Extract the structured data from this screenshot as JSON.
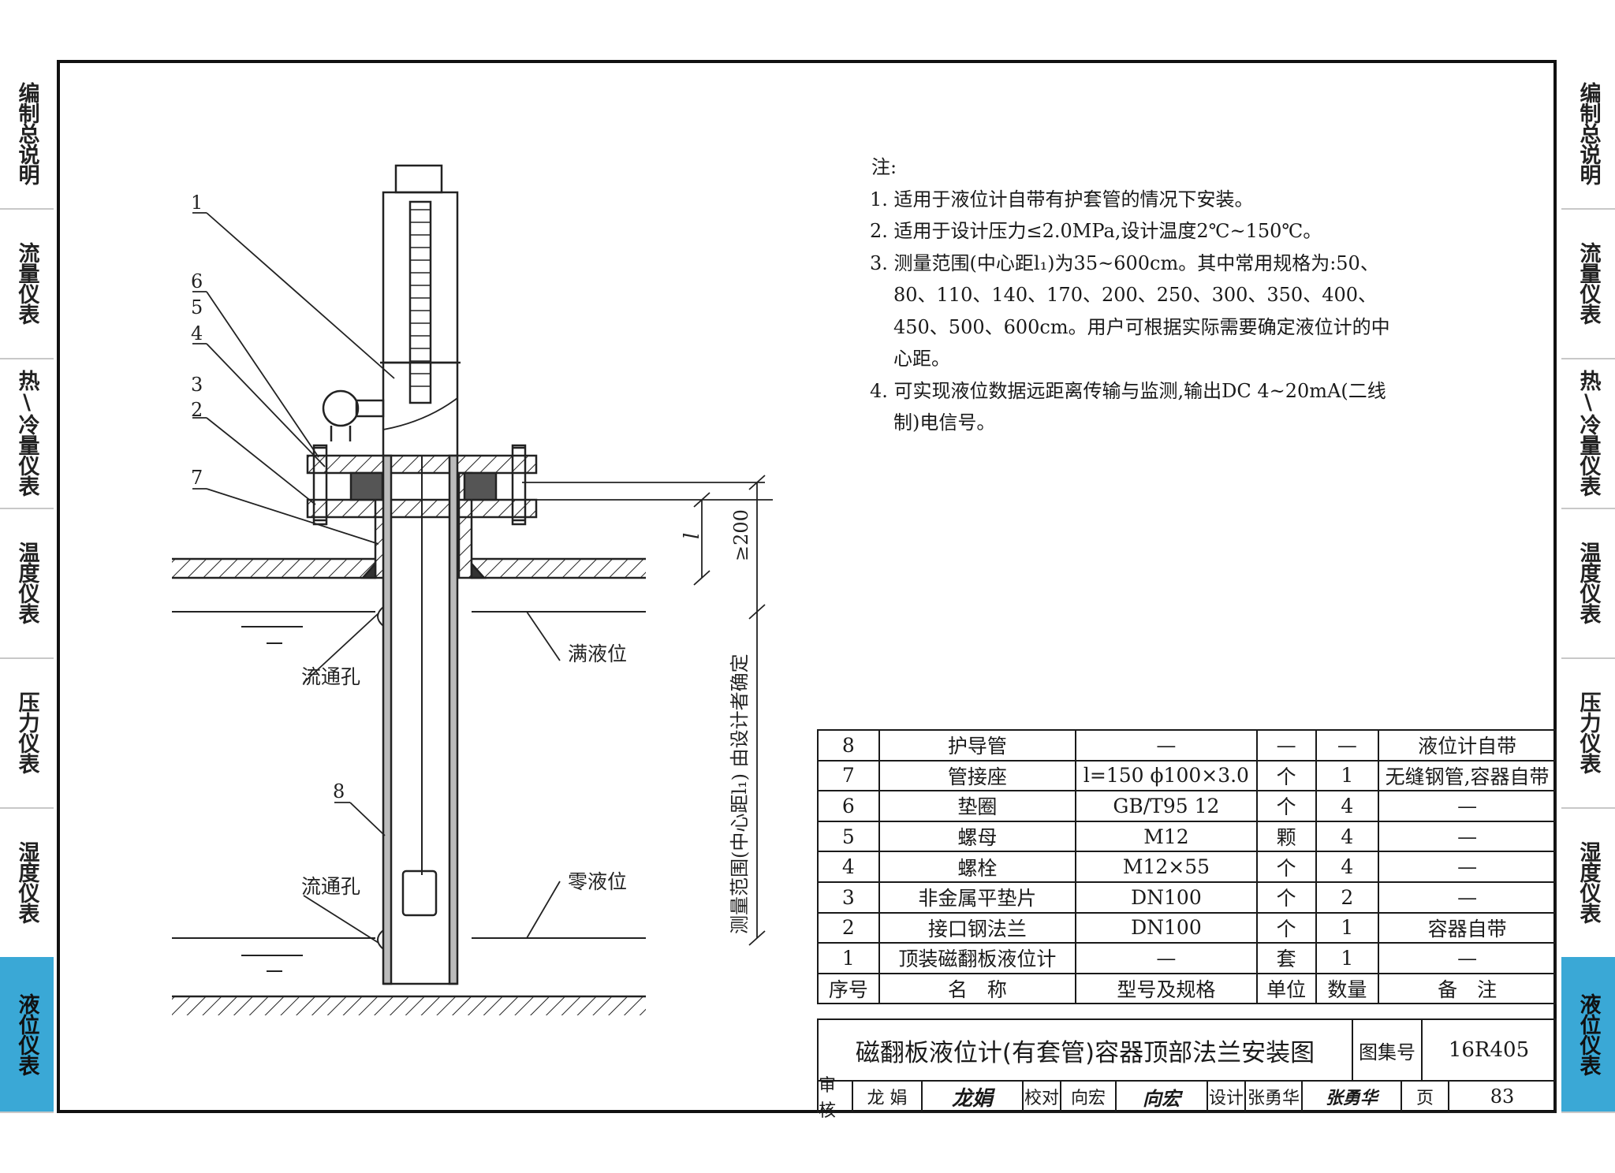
{
  "side_tabs": [
    "编制总说明",
    "流量仪表",
    "热\\冷量仪表",
    "温度仪表",
    "压力仪表",
    "湿度仪表",
    "液位仪表"
  ],
  "active_tab": 6,
  "notes": {
    "title": "注:",
    "items": [
      "1. 适用于液位计自带有护套管的情况下安装。",
      "2. 适用于设计压力≤2.0MPa,设计温度2℃~150℃。",
      "3. 测量范围(中心距l₁)为35~600cm。其中常用规格为:50、80、110、140、170、200、250、300、350、400、450、500、600cm。用户可根据实际需要确定液位计的中心距。",
      "4. 可实现液位数据远距离传输与监测,输出DC 4~20mA(二线制)电信号。"
    ]
  },
  "drawing": {
    "callouts": [
      "1",
      "6",
      "5",
      "4",
      "3",
      "2",
      "7",
      "8"
    ],
    "flow_hole_label": "流通孔",
    "full_level": "满液位",
    "zero_level": "零液位",
    "dim_l": "l",
    "dim_200": "≥200",
    "range_label": "测量范围(中心距l₁) 由设计者确定"
  },
  "parts_table": {
    "rows": [
      [
        "8",
        "护导管",
        "—",
        "—",
        "—",
        "液位计自带"
      ],
      [
        "7",
        "管接座",
        "l=150  ϕ100×3.0",
        "个",
        "1",
        "无缝钢管,容器自带"
      ],
      [
        "6",
        "垫圈",
        "GB/T95 12",
        "个",
        "4",
        "—"
      ],
      [
        "5",
        "螺母",
        "M12",
        "颗",
        "4",
        "—"
      ],
      [
        "4",
        "螺栓",
        "M12×55",
        "个",
        "4",
        "—"
      ],
      [
        "3",
        "非金属平垫片",
        "DN100",
        "个",
        "2",
        "—"
      ],
      [
        "2",
        "接口钢法兰",
        "DN100",
        "个",
        "1",
        "容器自带"
      ],
      [
        "1",
        "顶装磁翻板液位计",
        "—",
        "套",
        "1",
        "—"
      ]
    ],
    "header": [
      "序号",
      "名　称",
      "型号及规格",
      "单位",
      "数量",
      "备　注"
    ]
  },
  "title_block": {
    "title": "磁翻板液位计(有套管)容器顶部法兰安装图",
    "atlas_label": "图集号",
    "atlas_no": "16R405",
    "review_label": "审核",
    "reviewer": "龙 娟",
    "review_sig": "龙娟",
    "check_label": "校对",
    "checker": "向宏",
    "check_sig": "向宏",
    "design_label": "设计",
    "designer": "张勇华",
    "design_sig": "张勇华",
    "page_label": "页",
    "page_no": "83"
  }
}
